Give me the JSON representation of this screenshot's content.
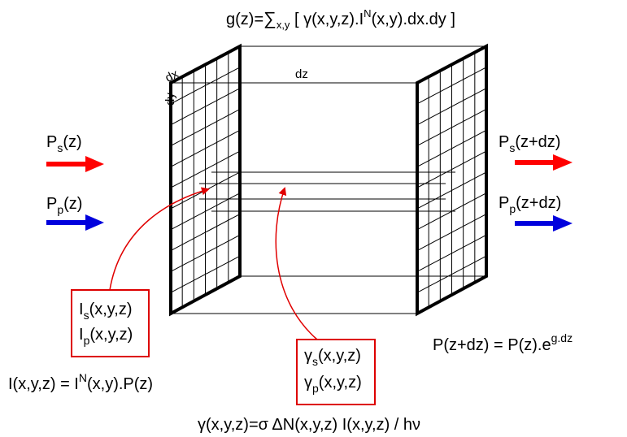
{
  "colors": {
    "signal": "#ff0000",
    "pump": "#0000dd",
    "box_border": "#dd0000",
    "line": "#000000"
  },
  "gain_formula": {
    "lhs": "g(z)=",
    "sum": "∑",
    "sum_sub": "x,y",
    "body_a": " [ γ(x,y,z).I",
    "body_sup": "N",
    "body_b": "(x,y).dx.dy ]"
  },
  "grid_labels": {
    "dx": "dx",
    "dy": "dy",
    "dz": "dz"
  },
  "input_signal": {
    "base": "P",
    "sub": "s",
    "rest": "(z)"
  },
  "input_pump": {
    "base": "P",
    "sub": "p",
    "rest": "(z)"
  },
  "output_signal": {
    "base": "P",
    "sub": "s",
    "rest": "(z+dz)"
  },
  "output_pump": {
    "base": "P",
    "sub": "p",
    "rest": "(z+dz)"
  },
  "intensity_box": {
    "line1_base": "I",
    "line1_sub": "s",
    "line1_rest": "(x,y,z)",
    "line2_base": "I",
    "line2_sub": "p",
    "line2_rest": "(x,y,z)"
  },
  "gain_box": {
    "line1_base": "γ",
    "line1_sub": "s",
    "line1_rest": "(x,y,z)",
    "line2_base": "γ",
    "line2_sub": "p",
    "line2_rest": "(x,y,z)"
  },
  "intensity_formula": {
    "a": "I(x,y,z) = I",
    "sup": "N",
    "b": "(x,y).P(z)"
  },
  "propagation_formula": {
    "a": "P(z+dz) = P(z).e",
    "sup": "g.dz"
  },
  "gamma_formula": {
    "text": "γ(x,y,z)=σ ΔN(x,y,z) I(x,y,z) / hν"
  }
}
